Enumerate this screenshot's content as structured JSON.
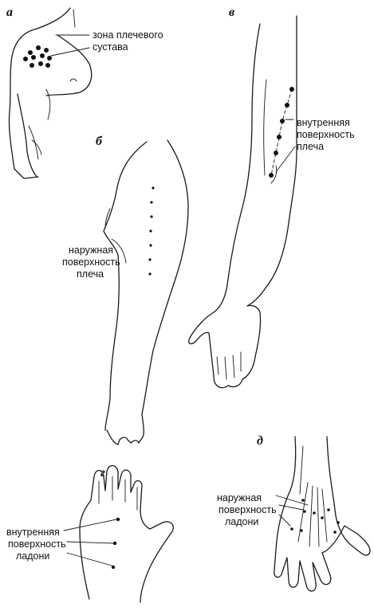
{
  "panels": {
    "a": {
      "letter": "а",
      "label_lines": [
        "зона плечевого",
        "сустава"
      ]
    },
    "b": {
      "letter": "б",
      "label_lines": [
        "наружная",
        "поверхность",
        "плеча"
      ]
    },
    "v": {
      "letter": "в",
      "label_lines": [
        "внутренняя",
        "поверхность",
        "плеча"
      ]
    },
    "g": {
      "letter": "г",
      "label_lines": [
        "внутренняя",
        "поверхность",
        "ладони"
      ]
    },
    "d": {
      "letter": "д",
      "label_lines": [
        "наружная",
        "поверхность",
        "ладони"
      ]
    }
  }
}
